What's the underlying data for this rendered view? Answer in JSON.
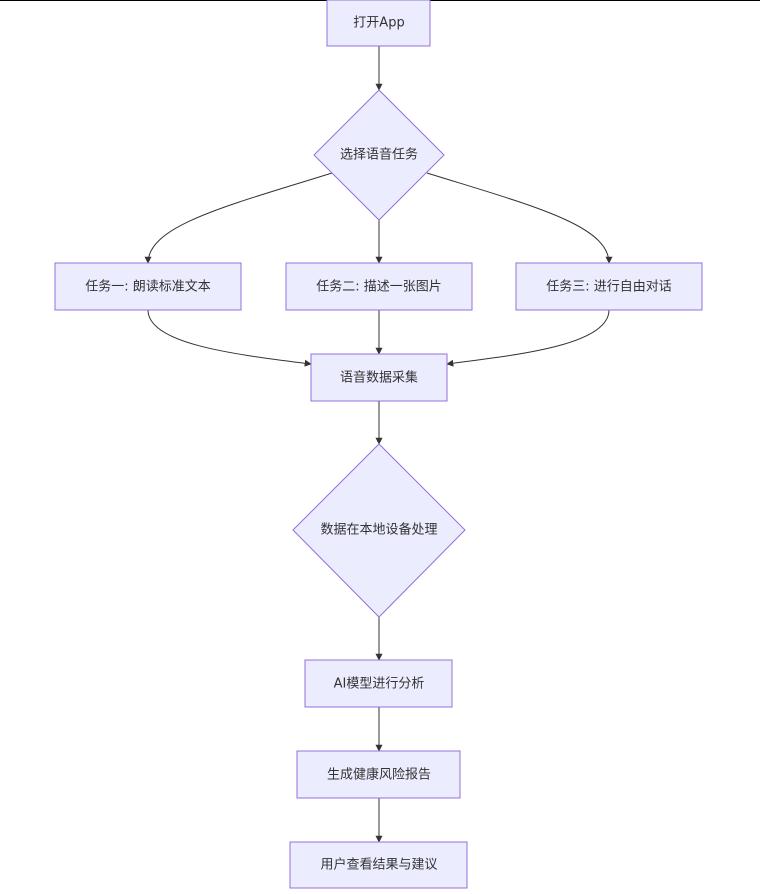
{
  "colors": {
    "node_fill": "#ECECFF",
    "node_stroke": "#9370DB",
    "edge": "#333333",
    "text": "#333333"
  },
  "nodes": {
    "open_app": "打开App",
    "choose_task": "选择语音任务",
    "task1": "任务一: 朗读标准文本",
    "task2": "任务二: 描述一张图片",
    "task3": "任务三: 进行自由对话",
    "collect": "语音数据采集",
    "local_process": "数据在本地设备处理",
    "ai_analysis": "AI模型进行分析",
    "report": "生成健康风险报告",
    "view_result": "用户查看结果与建议"
  }
}
